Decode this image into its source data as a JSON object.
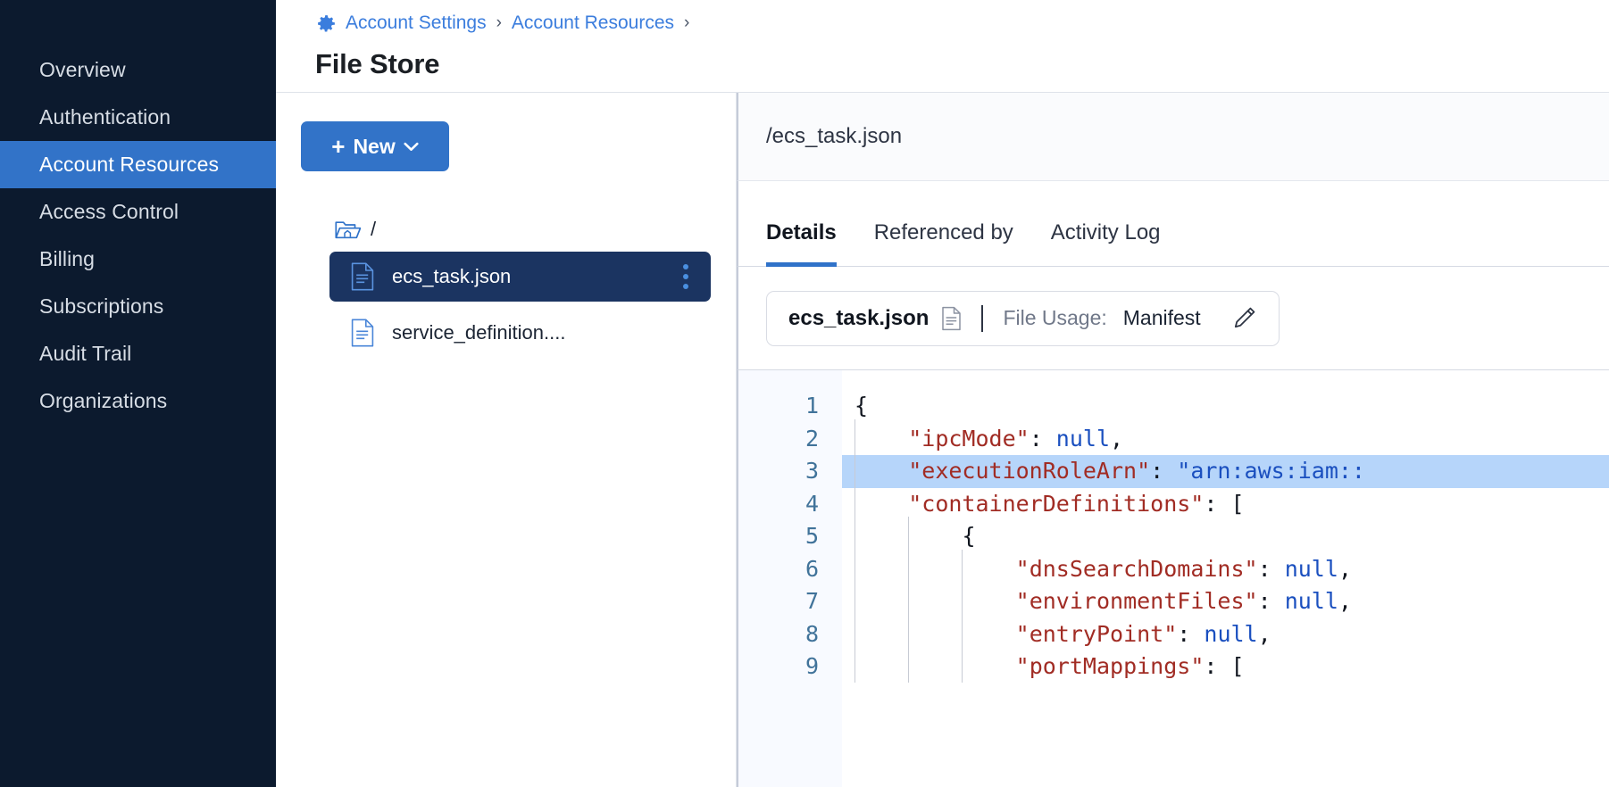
{
  "sidebar": {
    "items": [
      {
        "label": "Overview",
        "active": false
      },
      {
        "label": "Authentication",
        "active": false
      },
      {
        "label": "Account Resources",
        "active": true
      },
      {
        "label": "Access Control",
        "active": false
      },
      {
        "label": "Billing",
        "active": false
      },
      {
        "label": "Subscriptions",
        "active": false
      },
      {
        "label": "Audit Trail",
        "active": false
      },
      {
        "label": "Organizations",
        "active": false
      }
    ]
  },
  "header": {
    "breadcrumb": [
      {
        "label": "Account Settings",
        "icon": "gear-icon"
      },
      {
        "label": "Account Resources",
        "icon": null
      }
    ],
    "separator": "›",
    "title": "File Store"
  },
  "tree_panel": {
    "new_button": {
      "label": "New",
      "plus": "+",
      "chevron": "chevron-down-icon"
    },
    "root": {
      "label": "/",
      "icon": "folder-home-icon"
    },
    "files": [
      {
        "name": "ecs_task.json",
        "selected": true,
        "icon": "file-json-icon",
        "menu": "kebab-menu-icon"
      },
      {
        "name": "service_definition....",
        "selected": false,
        "icon": "file-json-icon",
        "menu": null
      }
    ]
  },
  "detail": {
    "path": "/ecs_task.json",
    "tabs": [
      {
        "label": "Details",
        "active": true
      },
      {
        "label": "Referenced by",
        "active": false
      },
      {
        "label": "Activity Log",
        "active": false
      }
    ],
    "usage_card": {
      "filename": "ecs_task.json",
      "doc_icon": "document-icon",
      "usage_label": "File Usage:",
      "usage_value": "Manifest",
      "edit_icon": "pencil-icon"
    }
  },
  "editor": {
    "highlight_line": 3,
    "line_numbers": [
      "1",
      "2",
      "3",
      "4",
      "5",
      "6",
      "7",
      "8",
      "9"
    ],
    "lines": [
      {
        "n": 1,
        "indent": 0,
        "segments": [
          {
            "t": "{",
            "c": "p"
          }
        ]
      },
      {
        "n": 2,
        "indent": 1,
        "segments": [
          {
            "t": "\"ipcMode\"",
            "c": "k"
          },
          {
            "t": ": ",
            "c": "p"
          },
          {
            "t": "null",
            "c": "v"
          },
          {
            "t": ",",
            "c": "p"
          }
        ]
      },
      {
        "n": 3,
        "indent": 1,
        "segments": [
          {
            "t": "\"executionRoleArn\"",
            "c": "k"
          },
          {
            "t": ": ",
            "c": "p"
          },
          {
            "t": "\"arn:aws:iam::",
            "c": "v"
          }
        ]
      },
      {
        "n": 4,
        "indent": 1,
        "segments": [
          {
            "t": "\"containerDefinitions\"",
            "c": "k"
          },
          {
            "t": ": [",
            "c": "p"
          }
        ]
      },
      {
        "n": 5,
        "indent": 2,
        "segments": [
          {
            "t": "{",
            "c": "p"
          }
        ]
      },
      {
        "n": 6,
        "indent": 3,
        "segments": [
          {
            "t": "\"dnsSearchDomains\"",
            "c": "k"
          },
          {
            "t": ": ",
            "c": "p"
          },
          {
            "t": "null",
            "c": "v"
          },
          {
            "t": ",",
            "c": "p"
          }
        ]
      },
      {
        "n": 7,
        "indent": 3,
        "segments": [
          {
            "t": "\"environmentFiles\"",
            "c": "k"
          },
          {
            "t": ": ",
            "c": "p"
          },
          {
            "t": "null",
            "c": "v"
          },
          {
            "t": ",",
            "c": "p"
          }
        ]
      },
      {
        "n": 8,
        "indent": 3,
        "segments": [
          {
            "t": "\"entryPoint\"",
            "c": "k"
          },
          {
            "t": ": ",
            "c": "p"
          },
          {
            "t": "null",
            "c": "v"
          },
          {
            "t": ",",
            "c": "p"
          }
        ]
      },
      {
        "n": 9,
        "indent": 3,
        "segments": [
          {
            "t": "\"portMappings\"",
            "c": "k"
          },
          {
            "t": ": [",
            "c": "p"
          }
        ]
      }
    ]
  },
  "colors": {
    "sidebar_bg": "#0c1a2e",
    "accent": "#3273c8",
    "selected_row": "#1b3461",
    "link": "#3b7ddd",
    "code_key": "#a12c24",
    "code_value": "#1a4fbf",
    "code_highlight": "#b6d5fa",
    "gutter_bg": "#f8faff",
    "gutter_text": "#41739a"
  }
}
